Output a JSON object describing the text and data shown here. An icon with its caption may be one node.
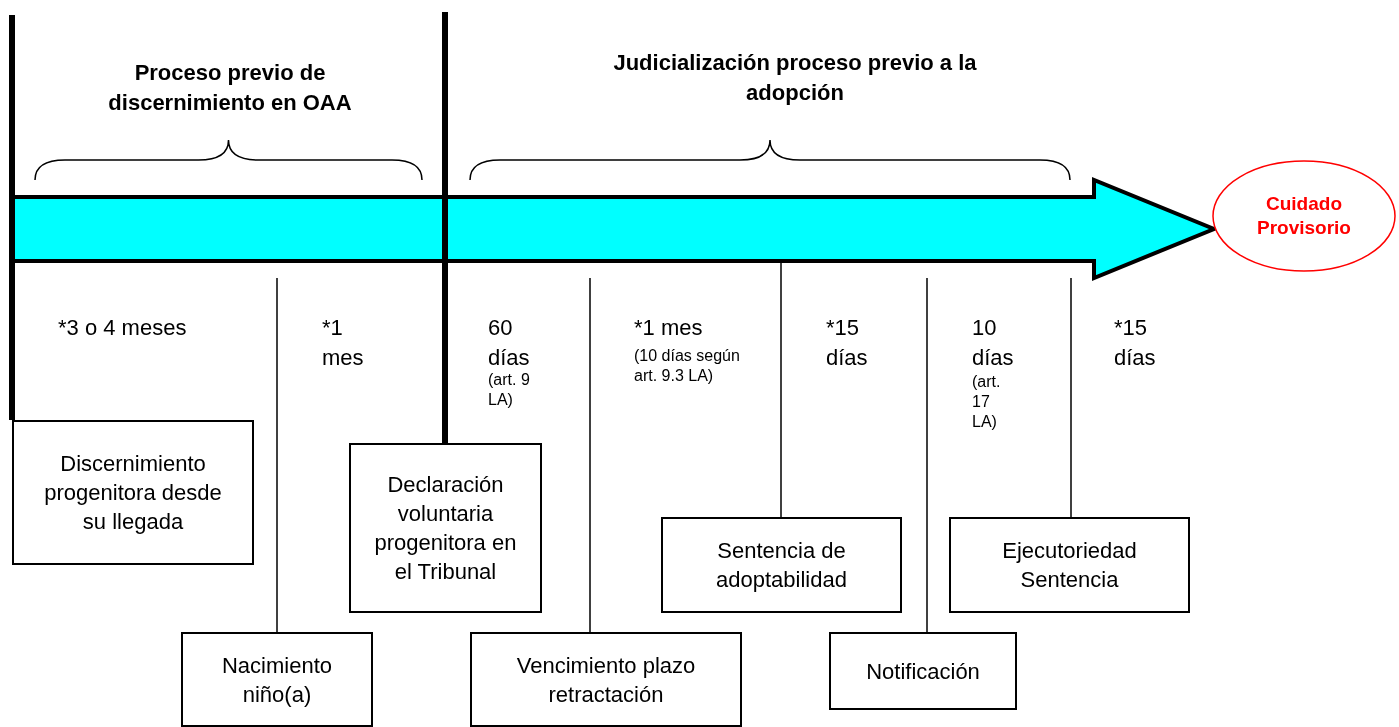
{
  "diagram": {
    "nodes": [
      {
        "text": [
          "Cuidado Provisorio"
        ]
      },
      {
        "text": [
          "Discernimiento progenitora desde su llegada"
        ]
      },
      {
        "text": [
          "Declaración voluntaria progenitora en el Tribunal"
        ]
      },
      {
        "text": [
          "Sentencia de adoptabilidad"
        ]
      },
      {
        "text": [
          "Ejecutoriedad Sentencia"
        ]
      },
      {
        "text": [
          "Nacimiento niño(a)"
        ]
      },
      {
        "text": [
          "Vencimiento plazo retractación"
        ]
      },
      {
        "text": [
          "Notificación"
        ]
      }
    ],
    "edges": [
      {
        "from": null,
        "to": 0,
        "arrow": "to",
        "style": "thick",
        "color": "#00ffff"
      },
      {
        "from": 1,
        "to": null,
        "arrow": "none",
        "style": "thick"
      },
      {
        "from": 2,
        "to": null,
        "arrow": "none",
        "style": "thick"
      },
      {
        "from": 3,
        "to": null,
        "arrow": "none"
      },
      {
        "from": 4,
        "to": null,
        "arrow": "none"
      },
      {
        "from": 5,
        "to": null,
        "arrow": "none"
      },
      {
        "from": 6,
        "to": null,
        "arrow": "none"
      },
      {
        "from": 7,
        "to": null,
        "arrow": "none"
      }
    ],
    "labels": [
      "Proceso previo de discernimiento en OAA",
      "Judicialización proceso previo a la adopción",
      "*3 o 4 meses",
      "*1 mes",
      "60 días",
      "(art. 9 LA)",
      "*1 mes",
      "(10 días según art. 9.3 LA)",
      "*15 días",
      "10 días",
      "(art. 17 LA)",
      "*15 días"
    ]
  }
}
